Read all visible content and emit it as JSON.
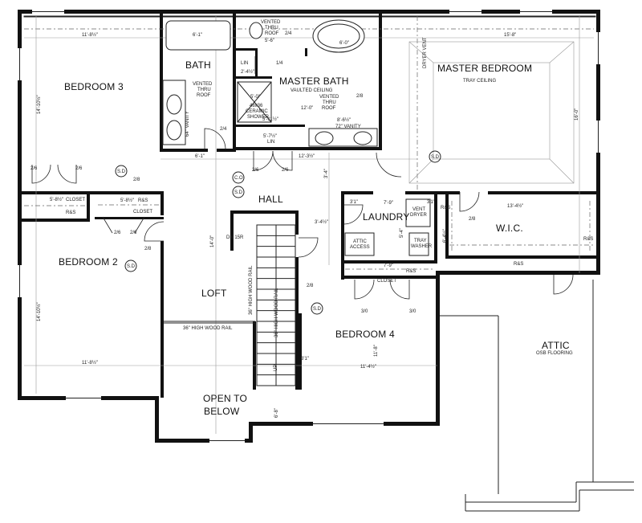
{
  "rooms": {
    "bedroom3": "BEDROOM 3",
    "bath": "BATH",
    "master_bath": "MASTER BATH",
    "master_bedroom": "MASTER BEDROOM",
    "hall": "HALL",
    "laundry": "LAUNDRY",
    "wic": "W.I.C.",
    "bedroom2": "BEDROOM 2",
    "loft": "LOFT",
    "bedroom4": "BEDROOM 4",
    "attic": "ATTIC",
    "open_to_below_1": "OPEN TO",
    "open_to_below_2": "BELOW"
  },
  "notes": {
    "vented_thru_roof_bath_1": "VENTED",
    "vented_thru_roof_bath_2": "THRU",
    "vented_thru_roof_bath_3": "ROOF",
    "vented_thru_roof_top_1": "VENTED",
    "vented_thru_roof_top_2": "THRU",
    "vented_thru_roof_top_3": "ROOF",
    "vented_thru_roof_mb_1": "VENTED",
    "vented_thru_roof_mb_2": "THRU",
    "vented_thru_roof_mb_3": "ROOF",
    "vaulted_ceiling": "VAULTED CEILING",
    "tray_ceiling": "TRAY CEILING",
    "ceramic_shower_1": "48x36",
    "ceramic_shower_2": "CERAMIC",
    "ceramic_shower_3": "SHOWER",
    "vanity_64": "64\" VANITY",
    "vanity_72": "72\" VANITY",
    "lin_1": "LIN",
    "lin_2": "LIN",
    "closet_b3": "CLOSET",
    "closet_b2": "CLOSET",
    "closet_b4": "CLOSET",
    "rs_1": "R&S",
    "rs_2": "R&S",
    "rs_3": "R&S",
    "rs_4": "R&S",
    "rs_5": "R&S",
    "rs_6": "R&S",
    "vent_dryer_1": "VENT",
    "vent_dryer_2": "DRYER",
    "tray_washer_1": "TRAY",
    "tray_washer_2": "WASHER",
    "attic_access_1": "ATTIC",
    "attic_access_2": "ACCESS",
    "dryer_vent": "DRYER VENT",
    "osb_flooring": "OSB FLOORING",
    "rail_36_1": "36\" HIGH WOOD RAIL",
    "rail_36_2": "36\" HIGH WOOD RAIL",
    "rail_36_3": "36\" HIGH WOOD RAIL",
    "dn_label": "DN 15R",
    "up_label": "UP",
    "so_1": "S.D",
    "so_2": "S.D",
    "so_3": "S.D",
    "so_4": "S.D",
    "co": "C.O",
    "so_hall": "S.D"
  },
  "dims": {
    "d_bed3_w": "11'-8½\"",
    "d_bath_w": "6'-1\"",
    "d_tub": "6'-0\"",
    "d_master_w": "15'-8\"",
    "d_bed3_h": "14'-10½\"",
    "d_master_h": "16'-0\"",
    "d_hall_w": "6'-1\"",
    "d_hall_w2": "12'-3½\"",
    "d_closet_b3": "5'-8½\"",
    "d_closet_b2": "5'-8½\"",
    "d_bed2_h": "14'-10½\"",
    "d_bed2_w": "11'-8½\"",
    "d_loft_h": "14'-0\"",
    "d_laundry_w": "7'-9\"",
    "d_laundry_h": "5'-4\"",
    "d_wic_w": "13'-4½\"",
    "d_wic_h": "6'-4½\"",
    "d_bed4_w": "11'-4½\"",
    "d_bed4_h": "11'-8\"",
    "d_closet_b4": "7'-9\"",
    "d_mb_w": "12'-0\"",
    "d_mb_w2": "8'-6½\"",
    "d_shower": "5'-0\"",
    "d_lin": "2'-4½\"",
    "d_wc": "5'-6\"",
    "d_3_4": "3'-4\"",
    "d_3_4b": "3'-4½\"",
    "d_3_1": "3'1\"",
    "d_3_1b": "3'1\"",
    "d_open": "6'-8\"",
    "d_5_11": "5'-11½\"",
    "d_5_7": "5'-7½\"",
    "d_2_8a": "2/8",
    "d_2_8b": "2/8",
    "d_2_8c": "2/8",
    "d_2_8d": "2/8",
    "d_2_8e": "2/8",
    "d_2_6a": "2/6",
    "d_2_6b": "2/6",
    "d_2_6c": "2/6",
    "d_2_6d": "2/6",
    "d_2_6e": "2/6",
    "d_2_6f": "2/6",
    "d_2_4a": "2/4",
    "d_2_4b": "2/4",
    "d_3_0a": "3/0",
    "d_3_0b": "3/0",
    "d_1_4": "1/4",
    "d_3_1c": "3'1\""
  }
}
